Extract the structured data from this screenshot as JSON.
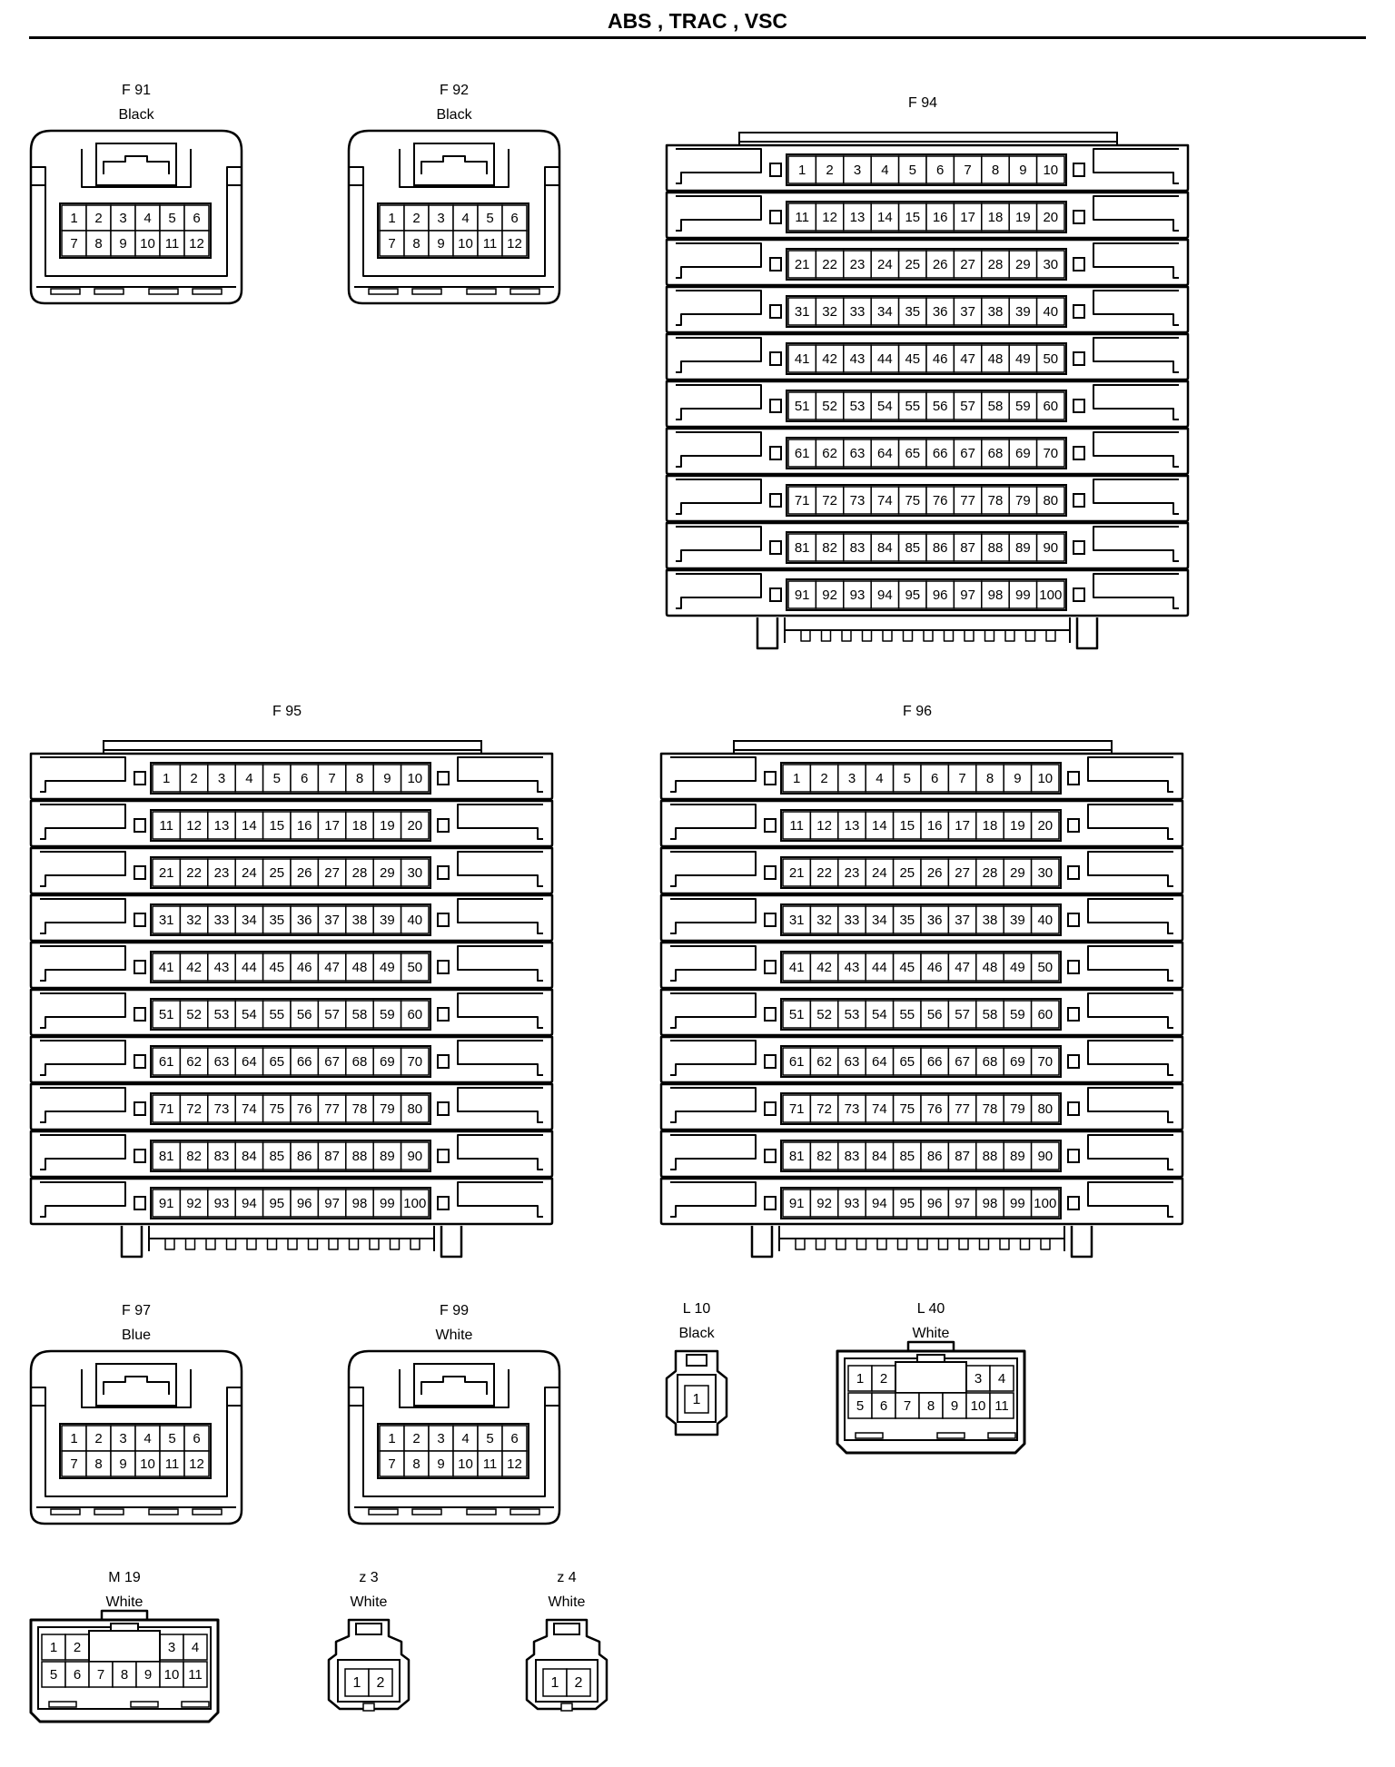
{
  "title": "ABS , TRAC , VSC",
  "connectors": {
    "f91": {
      "id": "F 91",
      "color": "Black"
    },
    "f92": {
      "id": "F 92",
      "color": "Black"
    },
    "f94": {
      "id": "F 94"
    },
    "f95": {
      "id": "F 95"
    },
    "f96": {
      "id": "F 96"
    },
    "f97": {
      "id": "F 97",
      "color": "Blue"
    },
    "f99": {
      "id": "F 99",
      "color": "White"
    },
    "l10": {
      "id": "L 10",
      "color": "Black"
    },
    "l40": {
      "id": "L 40",
      "color": "White"
    },
    "m19": {
      "id": "M 19",
      "color": "White"
    },
    "z3": {
      "id": "z 3",
      "color": "White"
    },
    "z4": {
      "id": "z 4",
      "color": "White"
    }
  },
  "pins": {
    "twelve_pin": [
      "1",
      "2",
      "3",
      "4",
      "5",
      "6",
      "7",
      "8",
      "9",
      "10",
      "11",
      "12"
    ],
    "hundred_pin": [
      "1",
      "2",
      "3",
      "4",
      "5",
      "6",
      "7",
      "8",
      "9",
      "10",
      "11",
      "12",
      "13",
      "14",
      "15",
      "16",
      "17",
      "18",
      "19",
      "20",
      "21",
      "22",
      "23",
      "24",
      "25",
      "26",
      "27",
      "28",
      "29",
      "30",
      "31",
      "32",
      "33",
      "34",
      "35",
      "36",
      "37",
      "38",
      "39",
      "40",
      "41",
      "42",
      "43",
      "44",
      "45",
      "46",
      "47",
      "48",
      "49",
      "50",
      "51",
      "52",
      "53",
      "54",
      "55",
      "56",
      "57",
      "58",
      "59",
      "60",
      "61",
      "62",
      "63",
      "64",
      "65",
      "66",
      "67",
      "68",
      "69",
      "70",
      "71",
      "72",
      "73",
      "74",
      "75",
      "76",
      "77",
      "78",
      "79",
      "80",
      "81",
      "82",
      "83",
      "84",
      "85",
      "86",
      "87",
      "88",
      "89",
      "90",
      "91",
      "92",
      "93",
      "94",
      "95",
      "96",
      "97",
      "98",
      "99",
      "100"
    ],
    "ten_pin": [
      "1",
      "2",
      "3",
      "4",
      "5",
      "6",
      "7",
      "8",
      "9",
      "10",
      "11"
    ],
    "single_pin": [
      "1"
    ],
    "two_pin": [
      "1",
      "2"
    ]
  }
}
